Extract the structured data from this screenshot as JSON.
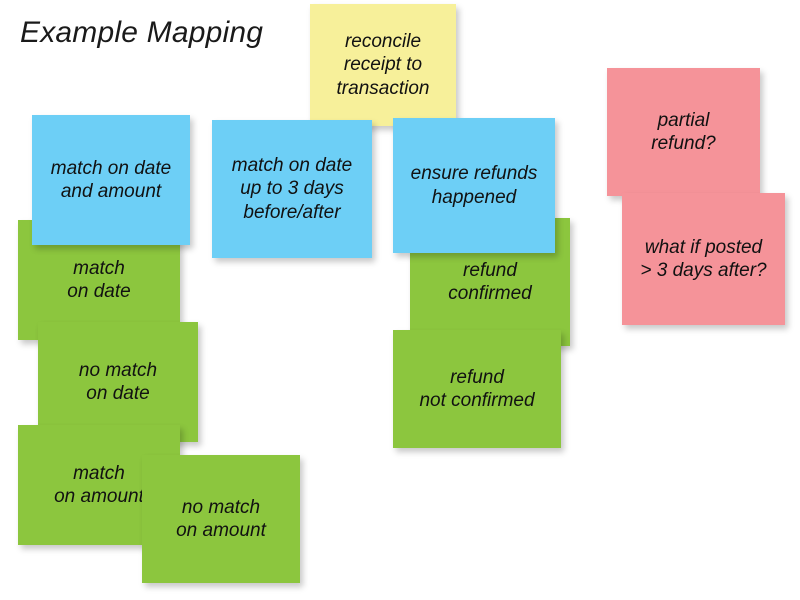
{
  "title": "Example Mapping",
  "colors": {
    "yellow": "#f7f09a",
    "blue": "#6dcff6",
    "green": "#8cc63e",
    "pink": "#f59399",
    "background": "#ffffff",
    "text": "#111111"
  },
  "notes": {
    "story": {
      "label": "reconcile\nreceipt to\ntransaction",
      "color": "yellow",
      "kind": "story"
    },
    "rule_match_date_amount": {
      "label": "match on date\nand amount",
      "color": "blue",
      "kind": "rule"
    },
    "rule_match_date_3days": {
      "label": "match on date\nup to 3 days\nbefore/after",
      "color": "blue",
      "kind": "rule"
    },
    "rule_ensure_refunds": {
      "label": "ensure refunds\nhappened",
      "color": "blue",
      "kind": "rule"
    },
    "example_match_on_date": {
      "label": "match\non date",
      "color": "green",
      "kind": "example"
    },
    "example_no_match_on_date": {
      "label": "no match\non date",
      "color": "green",
      "kind": "example"
    },
    "example_match_on_amount": {
      "label": "match\non amount",
      "color": "green",
      "kind": "example"
    },
    "example_no_match_on_amount": {
      "label": "no match\non amount",
      "color": "green",
      "kind": "example"
    },
    "example_refund_confirmed": {
      "label": "refund\nconfirmed",
      "color": "green",
      "kind": "example"
    },
    "example_refund_not_confirmed": {
      "label": "refund\nnot confirmed",
      "color": "green",
      "kind": "example"
    },
    "question_partial_refund": {
      "label": "partial\nrefund?",
      "color": "pink",
      "kind": "question"
    },
    "question_posted_after_3_days": {
      "label": "what if posted\n> 3 days after?",
      "color": "pink",
      "kind": "question"
    }
  }
}
